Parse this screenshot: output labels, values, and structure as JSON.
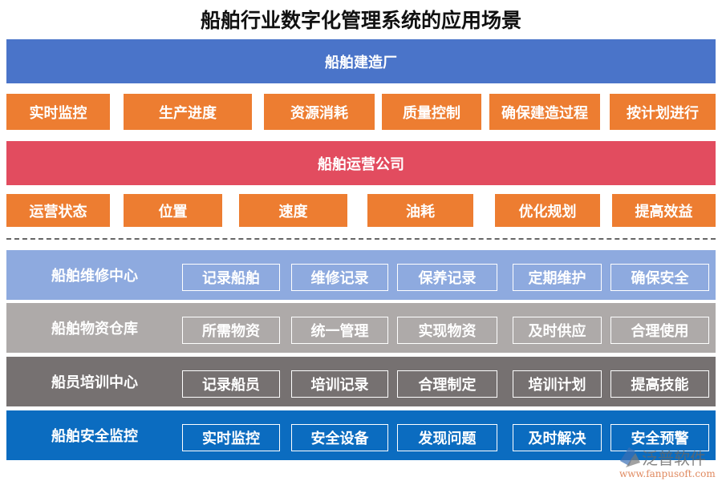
{
  "title": "船舶行业数字化管理系统的应用场景",
  "shipyard": {
    "label": "船舶建造厂",
    "color": "#4A74C9",
    "items": [
      "实时监控",
      "生产进度",
      "资源消耗",
      "质量控制",
      "确保建造过程",
      "按计划进行"
    ]
  },
  "operator": {
    "label": "船舶运营公司",
    "color": "#E24C5F",
    "items": [
      "运营状态",
      "位置",
      "速度",
      "油耗",
      "优化规划",
      "提高效益"
    ]
  },
  "sections": [
    {
      "label": "船舶维修中心",
      "color": "#8EAADF",
      "items": [
        "记录船舶",
        "维修记录",
        "保养记录",
        "定期维护",
        "确保安全"
      ]
    },
    {
      "label": "船舶物资仓库",
      "color": "#AEAAA9",
      "items": [
        "所需物资",
        "统一管理",
        "实现物资",
        "及时供应",
        "合理使用"
      ]
    },
    {
      "label": "船员培训中心",
      "color": "#767171",
      "items": [
        "记录船员",
        "培训记录",
        "合理制定",
        "培训计划",
        "提高技能"
      ]
    },
    {
      "label": "船舶安全监控",
      "color": "#0B6CC0",
      "items": [
        "实时监控",
        "安全设备",
        "发现问题",
        "及时解决",
        "安全预警"
      ]
    }
  ],
  "accent_orange": "#ED7D31",
  "watermark": {
    "name": "泛普软件",
    "url": "www.fanpusoft.com"
  }
}
